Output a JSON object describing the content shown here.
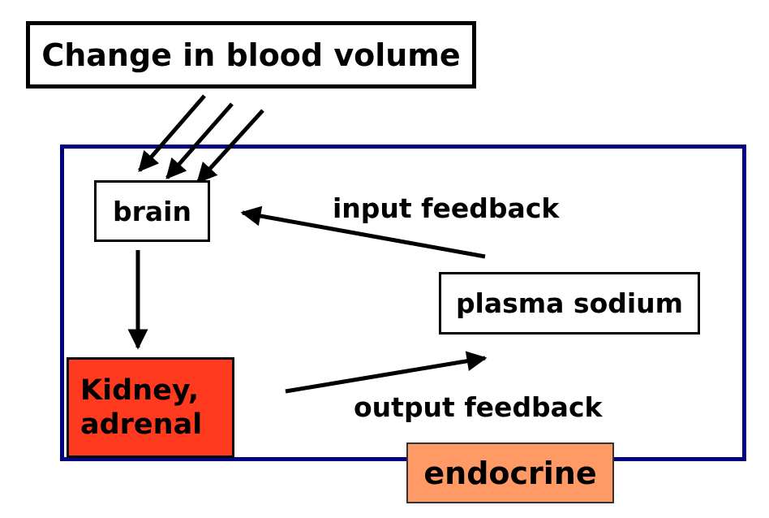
{
  "colors": {
    "frame_border": "#000080",
    "kidney_fill": "#ff3a1f",
    "endocrine_fill": "#ff9966",
    "text": "#000000",
    "arrow": "#000000"
  },
  "nodes": {
    "change_in_blood_volume": "Change in blood volume",
    "brain": "brain",
    "plasma_sodium": "plasma sodium",
    "kidney_adrenal": "Kidney,\nadrenal",
    "endocrine": "endocrine"
  },
  "edges": {
    "input_feedback": "input feedback",
    "output_feedback": "output feedback"
  }
}
